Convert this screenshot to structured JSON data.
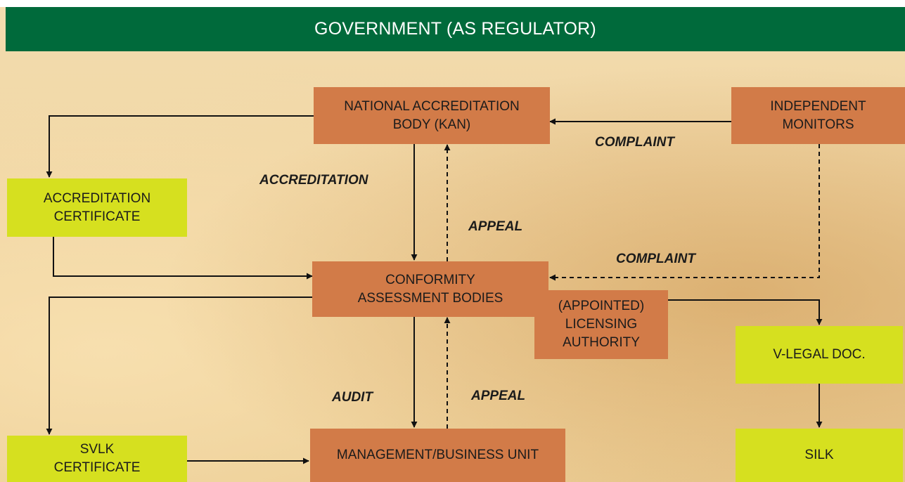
{
  "header": {
    "title": "GOVERNMENT (AS REGULATOR)"
  },
  "nodes": {
    "kan": "NATIONAL ACCREDITATION\nBODY (KAN)",
    "monitors": "INDEPENDENT\nMONITORS",
    "accreditation_certificate": "ACCREDITATION\nCERTIFICATE",
    "cab": "CONFORMITY\nASSESSMENT BODIES",
    "licensing_authority": "(APPOINTED)\nLICENSING\nAUTHORITY",
    "vlegal": "V-LEGAL DOC.",
    "svlk_certificate": "SVLK\nCERTIFICATE",
    "management": "MANAGEMENT/BUSINESS UNIT",
    "silk": "SILK"
  },
  "edge_labels": {
    "accreditation": "ACCREDITATION",
    "appeal_upper": "APPEAL",
    "complaint_upper": "COMPLAINT",
    "complaint_lower": "COMPLAINT",
    "audit": "AUDIT",
    "appeal_lower": "APPEAL"
  },
  "colors": {
    "header": "#006a3b",
    "orange_box": "#d27b48",
    "lime_box": "#d6e01f",
    "arrow": "#111111"
  }
}
